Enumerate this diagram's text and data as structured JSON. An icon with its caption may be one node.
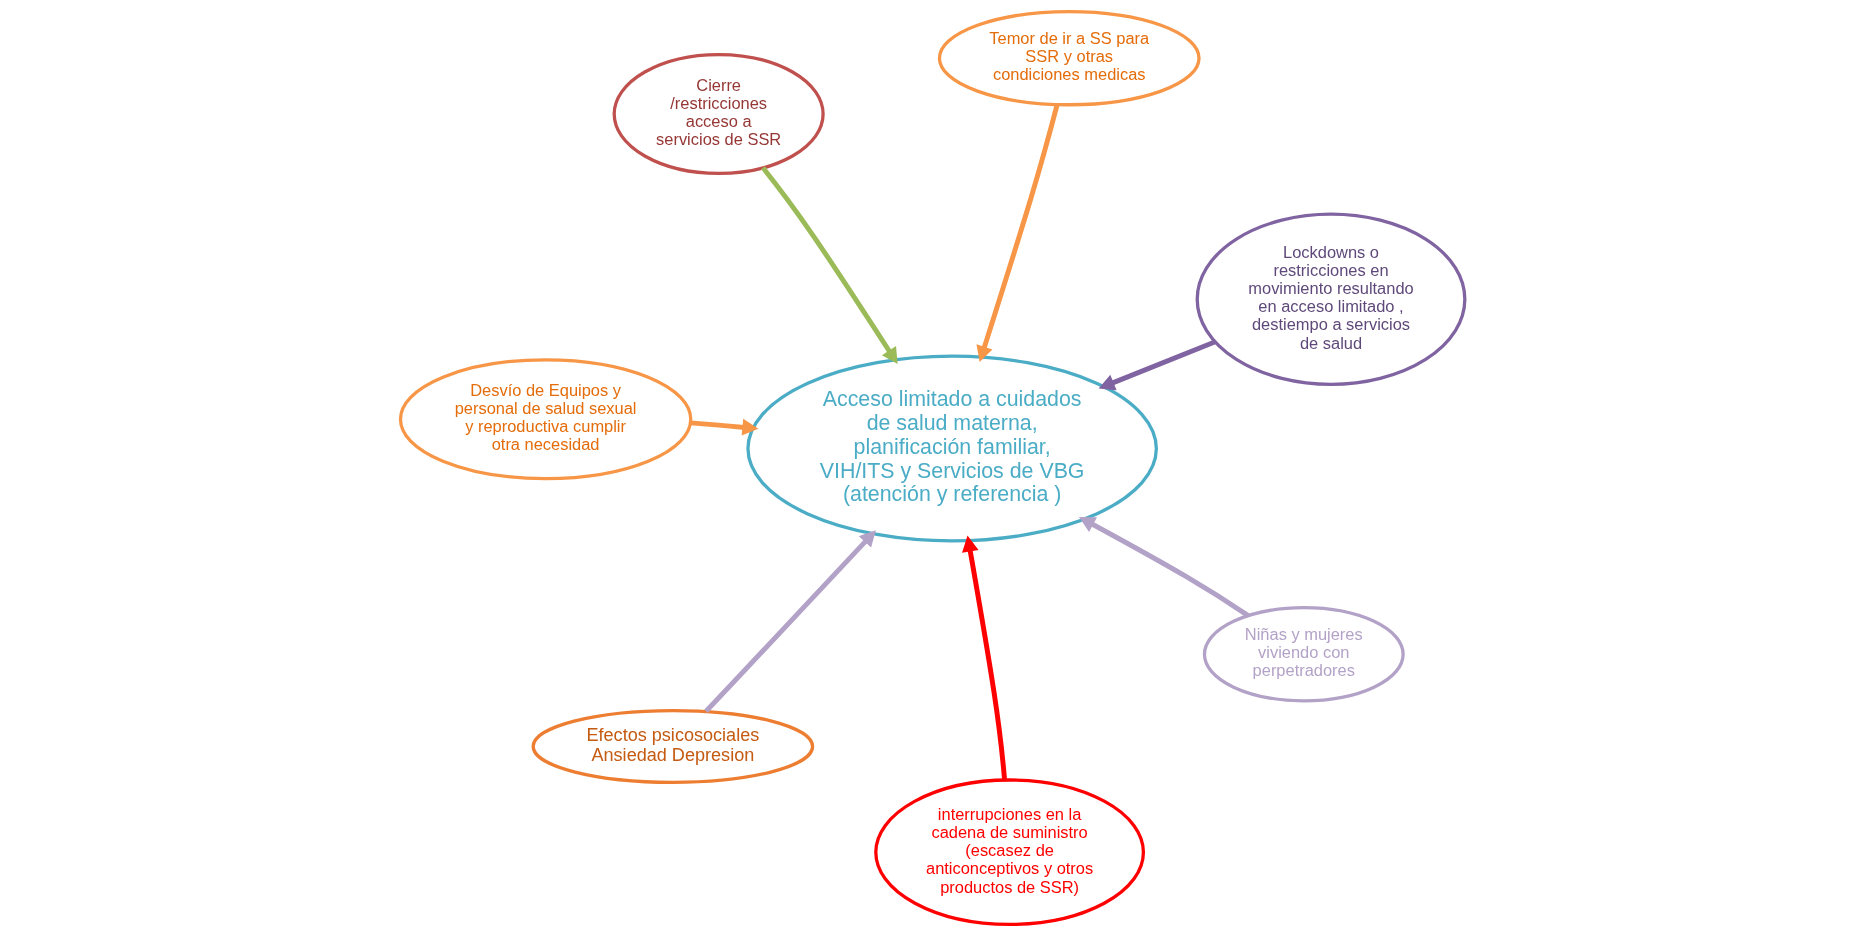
{
  "diagram": {
    "nodes": [
      {
        "text": [
          "Cierre /restricciones acceso a servicios de SSR"
        ]
      },
      {
        "text": [
          "Lockdowns o restricciones en movimiento resultando en acceso limitado , destiempo a servicios de salud"
        ]
      },
      {
        "text": [
          "interrupciones en la cadena de suministro (escasez de anticonceptivos y otros productos de SSR)"
        ]
      },
      {
        "text": [
          "Acceso limitado a cuidados de salud materna, planificación familiar, VIH/ITS y Servicios de VBG (atención y referencia )"
        ]
      },
      {
        "text": [
          "Temor de ir a SS para SSR y otras condiciones medicas"
        ]
      },
      {
        "text": [
          "Desvío de Equipos y personal de salud sexual y reproductiva cumplir otra necesidad"
        ]
      },
      {
        "text": [
          "Efectos psicosociales Ansiedad Depresion"
        ]
      },
      {
        "text": [
          "Niñas y mujeres viviendo con perpetradores"
        ]
      }
    ],
    "edges": [
      {
        "from": 0,
        "to": 3,
        "arrow": "to",
        "color": "#9bbb59"
      },
      {
        "from": 1,
        "to": 3,
        "arrow": "to",
        "color": "#8064a2"
      },
      {
        "from": 2,
        "to": 3,
        "arrow": "to",
        "color": "#ff0000"
      },
      {
        "from": 4,
        "to": 3,
        "arrow": "to",
        "color": "#f79646"
      },
      {
        "from": 5,
        "to": 3,
        "arrow": "to",
        "color": "#f79646"
      },
      {
        "from": 6,
        "to": 3,
        "arrow": "to",
        "color": "#b3a2c7"
      },
      {
        "from": 7,
        "to": 3,
        "arrow": "to",
        "color": "#b3a2c7"
      }
    ]
  }
}
